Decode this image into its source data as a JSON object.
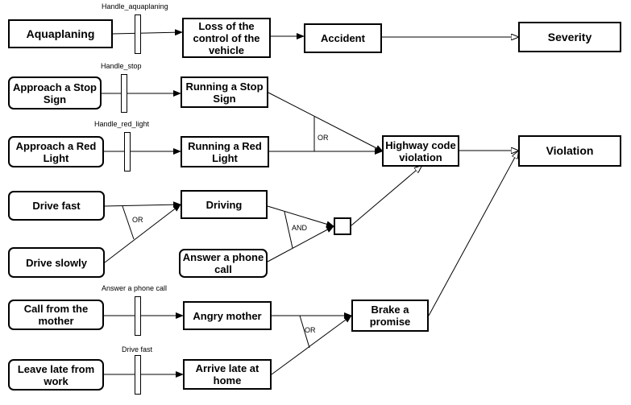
{
  "nodes": {
    "aquaplaning": "Aquaplaning",
    "loss_control": "Loss of the control of the vehicle",
    "accident": "Accident",
    "severity": "Severity",
    "approach_stop": "Approach a Stop Sign",
    "running_stop": "Running a Stop Sign",
    "approach_red": "Approach a Red Light",
    "running_red": "Running a Red Light",
    "highway_violation": "Highway code violation",
    "violation": "Violation",
    "drive_fast": "Drive fast",
    "driving": "Driving",
    "drive_slowly": "Drive slowly",
    "answer_phone": "Answer a phone call",
    "call_mother": "Call from the mother",
    "angry_mother": "Angry mother",
    "brake_promise": "Brake a promise",
    "leave_late": "Leave late from work",
    "arrive_late": "Arrive late at home"
  },
  "gate_labels": {
    "handle_aquaplaning": "Handle_aquaplaning",
    "handle_stop": "Handle_stop",
    "handle_red_light": "Handle_red_light",
    "answer_phone_gate": "Answer a phone call",
    "drive_fast_gate": "Drive fast"
  },
  "operators": {
    "or_highway": "OR",
    "or_driving": "OR",
    "and_phone": "AND",
    "or_brake": "OR"
  }
}
